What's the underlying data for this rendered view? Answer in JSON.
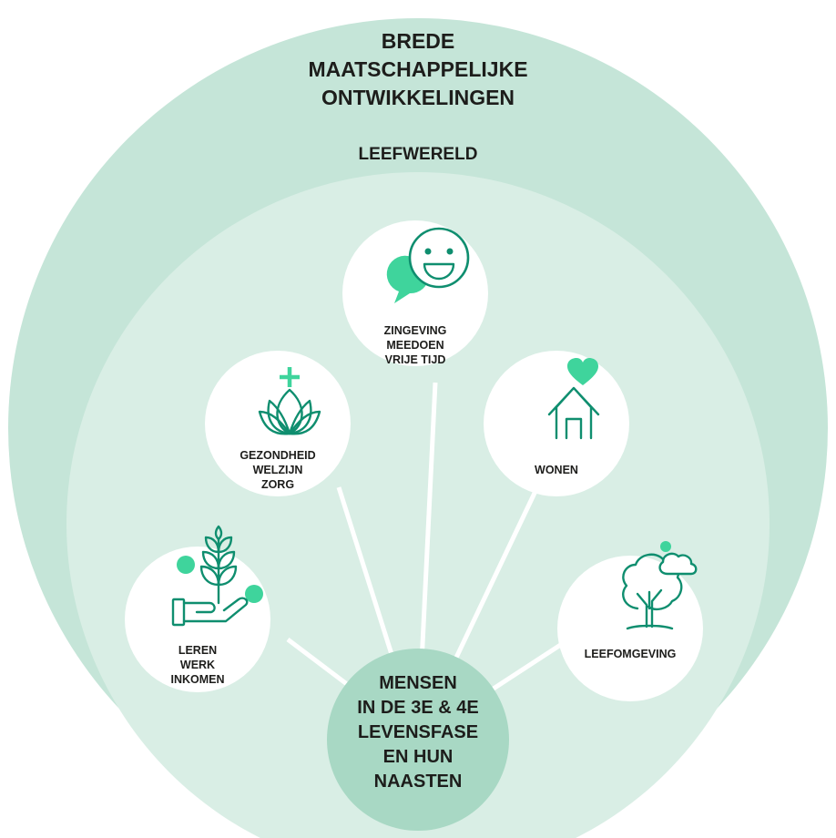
{
  "outer": {
    "title_lines": [
      "BREDE",
      "MAATSCHAPPELIJKE",
      "ONTWIKKELINGEN"
    ]
  },
  "inner": {
    "title": "LEEFWERELD"
  },
  "center": {
    "lines": [
      "MENSEN",
      "IN DE 3E & 4E",
      "LEVENSFASE",
      "EN HUN",
      "NAASTEN"
    ]
  },
  "nodes": [
    {
      "id": "leren",
      "icon": "hand-plant-icon",
      "lines": [
        "LEREN",
        "WERK",
        "INKOMEN"
      ]
    },
    {
      "id": "gezondheid",
      "icon": "lotus-cross-icon",
      "lines": [
        "GEZONDHEID",
        "WELZIJN",
        "ZORG"
      ]
    },
    {
      "id": "zingeving",
      "icon": "smiley-chat-icon",
      "lines": [
        "ZINGEVING",
        "MEEDOEN",
        "VRIJE TIJD"
      ]
    },
    {
      "id": "wonen",
      "icon": "house-heart-icon",
      "lines": [
        "WONEN"
      ]
    },
    {
      "id": "leefomgeving",
      "icon": "tree-cloud-icon",
      "lines": [
        "LEEFOMGEVING"
      ]
    }
  ],
  "colors": {
    "outer_circle": "#c5e5d8",
    "inner_circle": "#d9eee5",
    "center_circle": "#a8d8c4",
    "node_circle": "#ffffff",
    "icon_stroke": "#0f8e6f",
    "icon_fill": "#3fd49c",
    "text": "#1d1d1b"
  }
}
